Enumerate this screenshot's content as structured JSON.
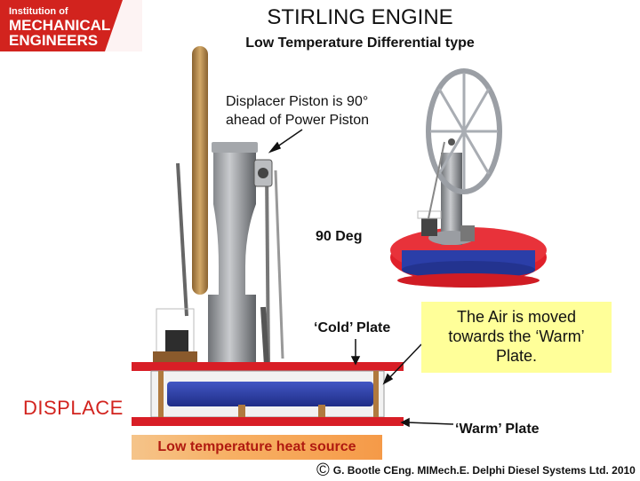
{
  "logo": {
    "line1": "Institution of",
    "line2": "MECHANICAL",
    "line3": "ENGINEERS",
    "color": "#d2231e"
  },
  "title": "STIRLING ENGINE",
  "subtitle": "Low Temperature Differential type",
  "labels": {
    "displacer_line1": "Displacer Piston is 90°",
    "displacer_line2": "ahead of Power Piston",
    "deg": "90 Deg",
    "cold_plate": "‘Cold’ Plate",
    "warm_plate": "‘Warm’ Plate",
    "displace": "DISPLACE",
    "heat_source": "Low temperature heat source"
  },
  "air_box": {
    "line1": "The Air is moved",
    "line2": "towards the ‘Warm’",
    "line3": "Plate.",
    "color": "#ffff99"
  },
  "credit": {
    "symbol": "©",
    "text": "G. Bootle CEng. MIMech.E. Delphi Diesel Systems Ltd. 2010"
  },
  "colors": {
    "accent_red": "#d2231e",
    "plate_red": "#e0202a",
    "chamber_blue": "#2b3ea8",
    "wheel_wood": "#b5894f",
    "metal_grey": "#8c8f94"
  }
}
